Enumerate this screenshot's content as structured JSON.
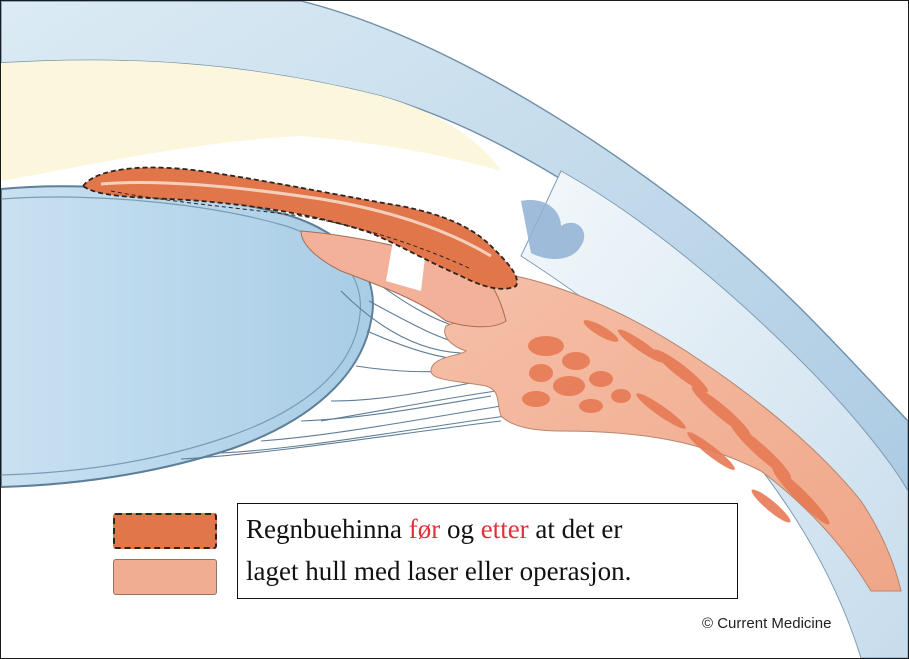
{
  "legend": {
    "line1": {
      "part1": "Regnbuehinna ",
      "word_before": "før",
      "part2": " og ",
      "word_after": "etter",
      "part3": " at det er"
    },
    "line2": "laget hull med laser eller operasjon.",
    "swatch_before_color": "#e2764b",
    "swatch_after_color": "#f1ad92",
    "highlight_color": "#e0323a"
  },
  "copyright": "© Current Medicine"
}
